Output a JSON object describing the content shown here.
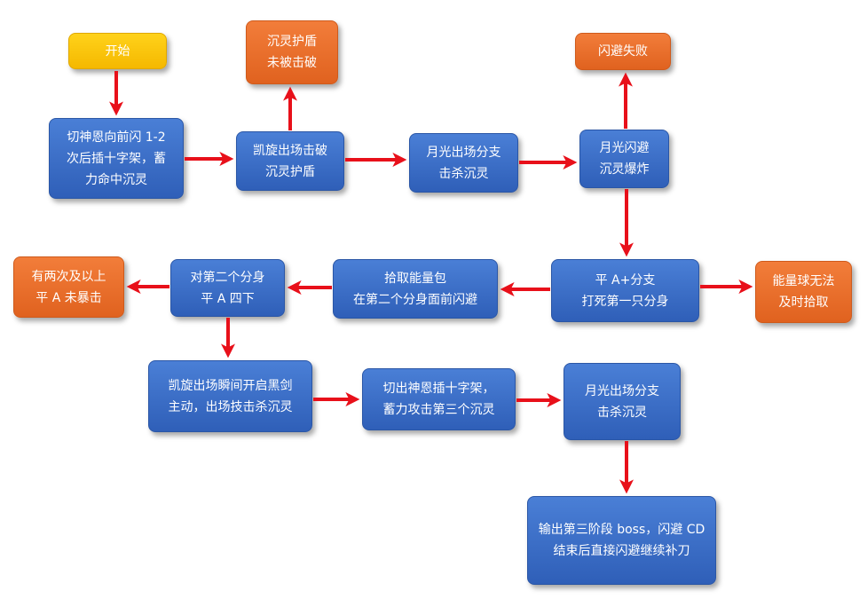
{
  "nodes": {
    "start": [
      "开始"
    ],
    "cut_flash": [
      "切神恩向前闪 1-2",
      "次后插十字架，蓄",
      "力命中沉灵"
    ],
    "kaixuan_break": [
      "凯旋出场击破",
      "沉灵护盾"
    ],
    "shield_intact": [
      "沉灵护盾",
      "未被击破"
    ],
    "moon_kill": [
      "月光出场分支",
      "击杀沉灵"
    ],
    "moon_dodge": [
      "月光闪避",
      "沉灵爆炸"
    ],
    "dodge_fail": [
      "闪避失败"
    ],
    "flat_a_branch": [
      "平 A+分支",
      "打死第一只分身"
    ],
    "orb_fail": [
      "能量球无法",
      "及时拾取"
    ],
    "pick_energy": [
      "拾取能量包",
      "在第二个分身面前闪避"
    ],
    "second_clone": [
      "对第二个分身",
      "平 A 四下"
    ],
    "crit_twice": [
      "有两次及以上",
      "平 A 未暴击"
    ],
    "kaixuan_sword": [
      "凯旋出场瞬间开启黑剑",
      "主动，出场技击杀沉灵"
    ],
    "cut_cross": [
      "切出神恩插十字架，",
      "蓄力攻击第三个沉灵"
    ],
    "moon_kill2": [
      "月光出场分支",
      "击杀沉灵"
    ],
    "boss": [
      "输出第三阶段 boss，闪避 CD",
      "结束后直接闪避继续补刀"
    ]
  },
  "colors": {
    "step": "#3a6fc9",
    "failure": "#ec6f2c",
    "start": "#ffc800",
    "arrow": "#e8101a"
  }
}
